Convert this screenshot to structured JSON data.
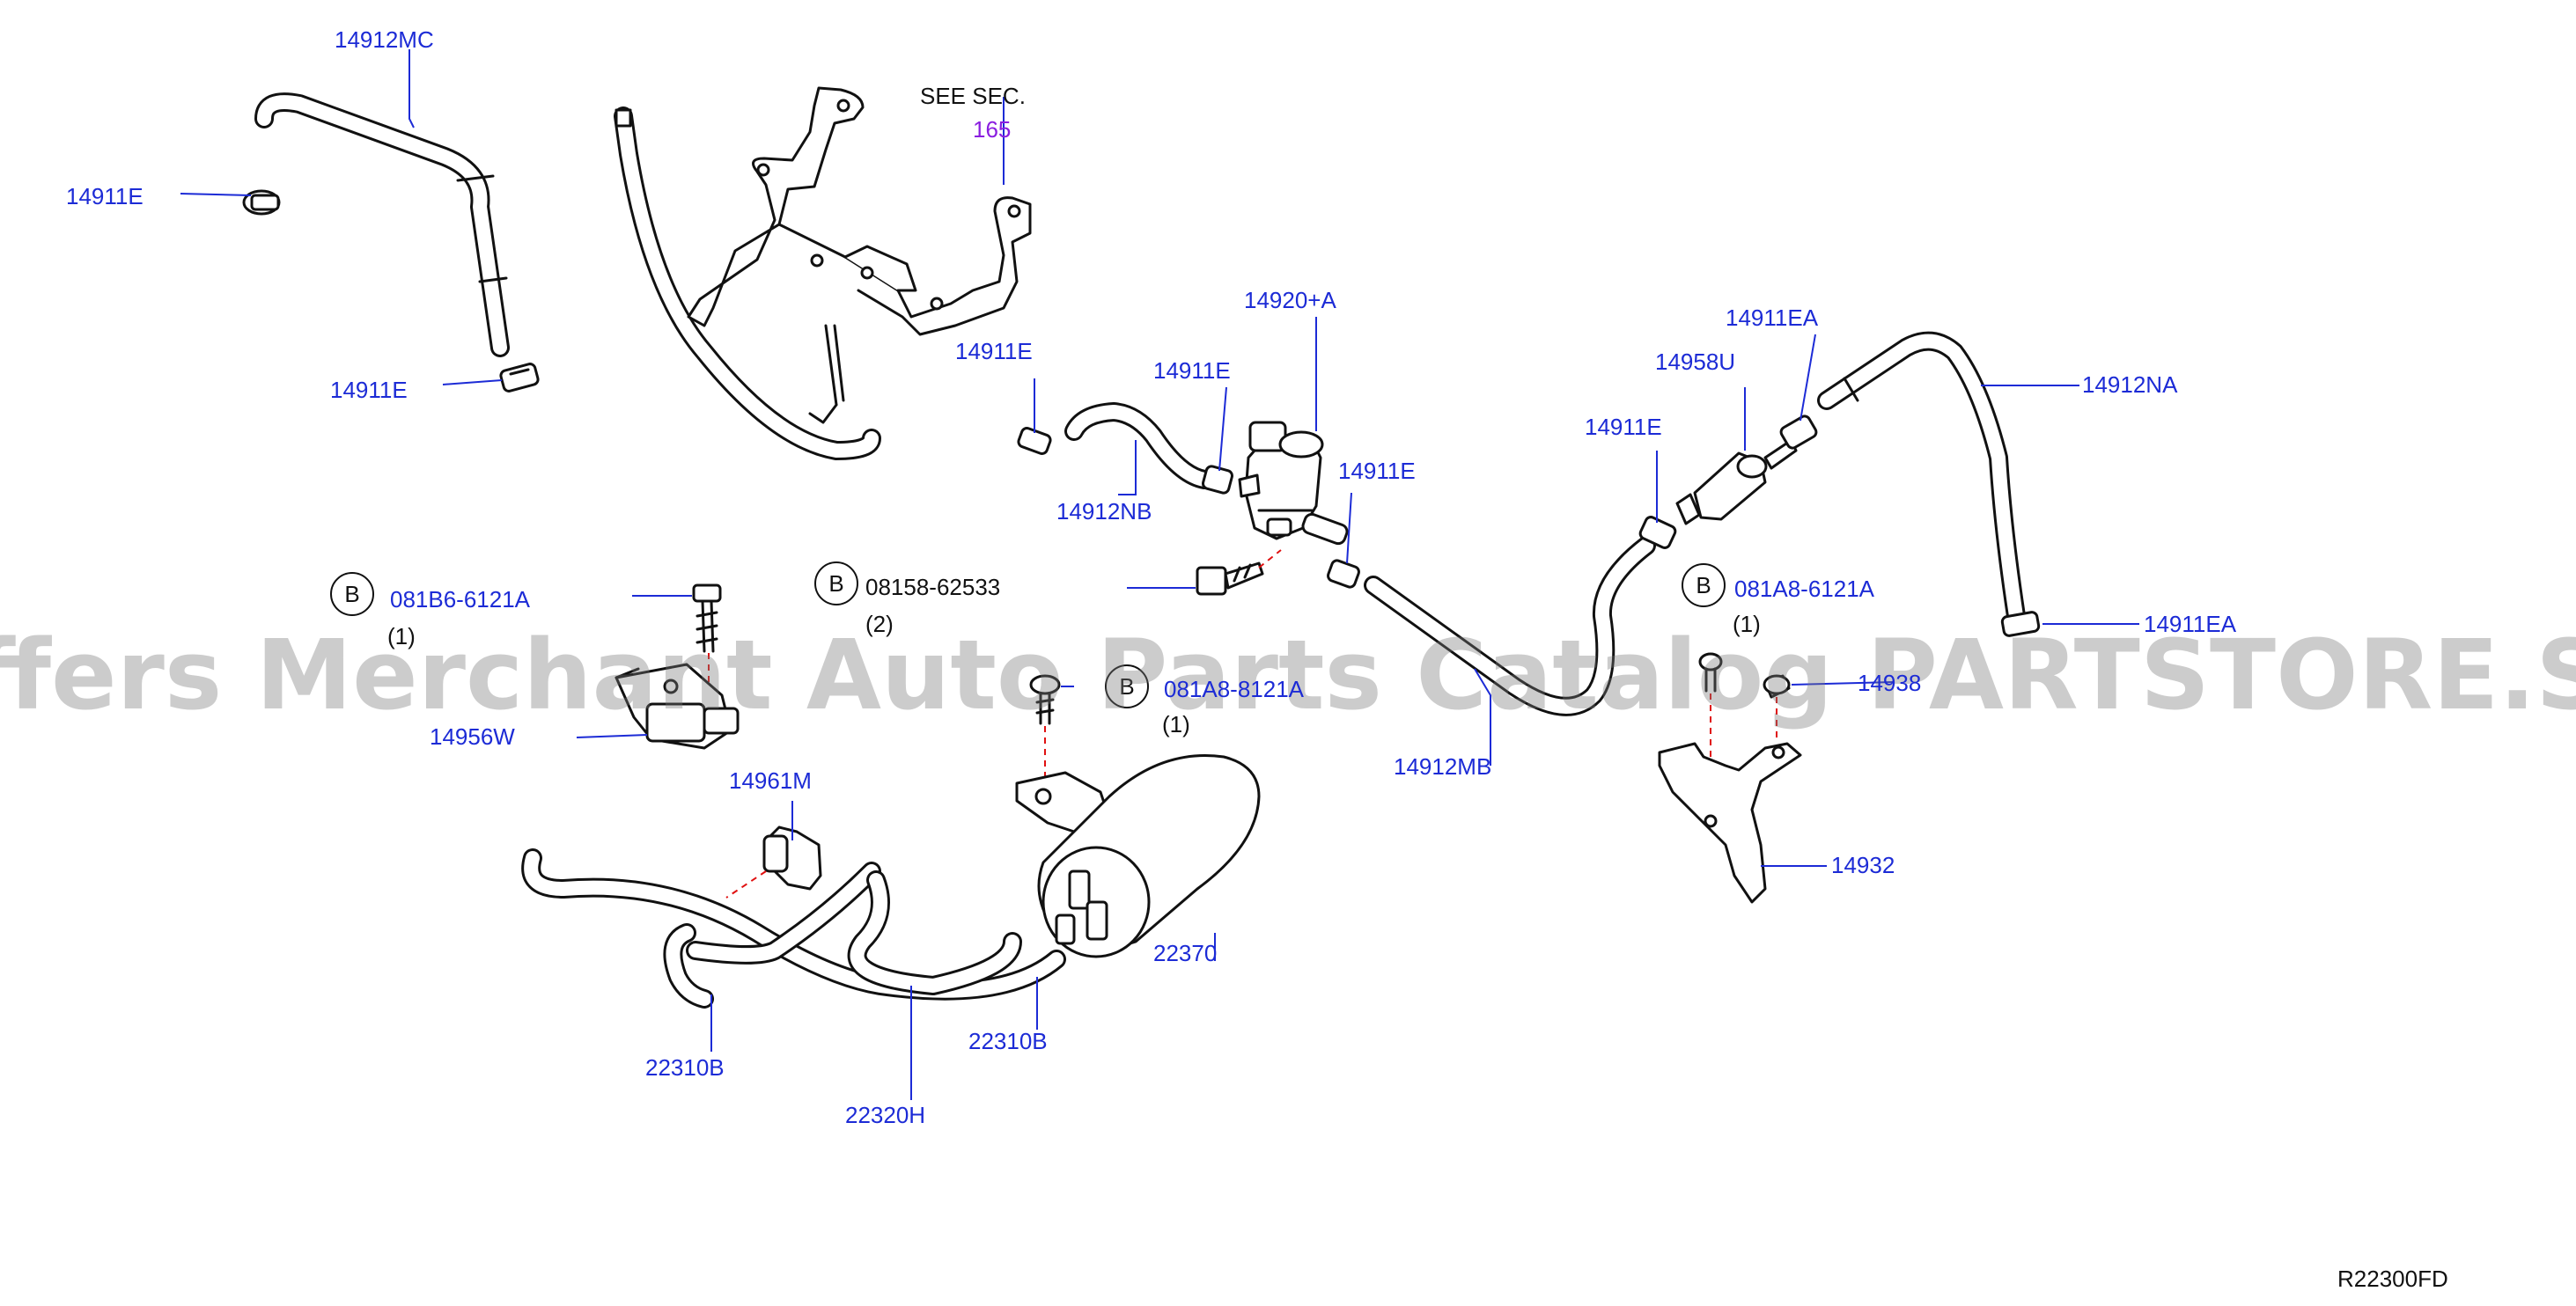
{
  "diagram": {
    "see_sec_label": "SEE   SEC.",
    "see_sec_number": "165",
    "figure_code": "R22300FD",
    "watermark": "Offers Merchant Auto Parts Catalog PARTSTORE.SA",
    "parts": {
      "p14912mc": "14912MC",
      "p14911e_1": "14911E",
      "p14911e_2": "14911E",
      "p14911e_3": "14911E",
      "p14911e_4": "14911E",
      "p14911e_5": "14911E",
      "p14911e_6": "14911E",
      "p14920a": "14920+A",
      "p14912nb": "14912NB",
      "p14911ea_1": "14911EA",
      "p14911ea_2": "14911EA",
      "p14958u": "14958U",
      "p14912na": "14912NA",
      "p14912mb": "14912MB",
      "p14956w": "14956W",
      "p14961m": "14961M",
      "p22370": "22370",
      "p22310b_1": "22310B",
      "p22310b_2": "22310B",
      "p22320h": "22320H",
      "p14932": "14932",
      "p14938_partial": "14938"
    },
    "bolts": {
      "b1_letter": "B",
      "b1_code": "081B6-6121A",
      "b1_qty": "(1)",
      "b2_letter": "B",
      "b2_code": "08158-62533",
      "b2_qty": "(2)",
      "b3_letter": "B",
      "b3_code": "081A8-8121A",
      "b3_qty": "(1)",
      "b4_letter": "B",
      "b4_code": "081A8-6121A",
      "b4_qty": "(1)"
    }
  }
}
